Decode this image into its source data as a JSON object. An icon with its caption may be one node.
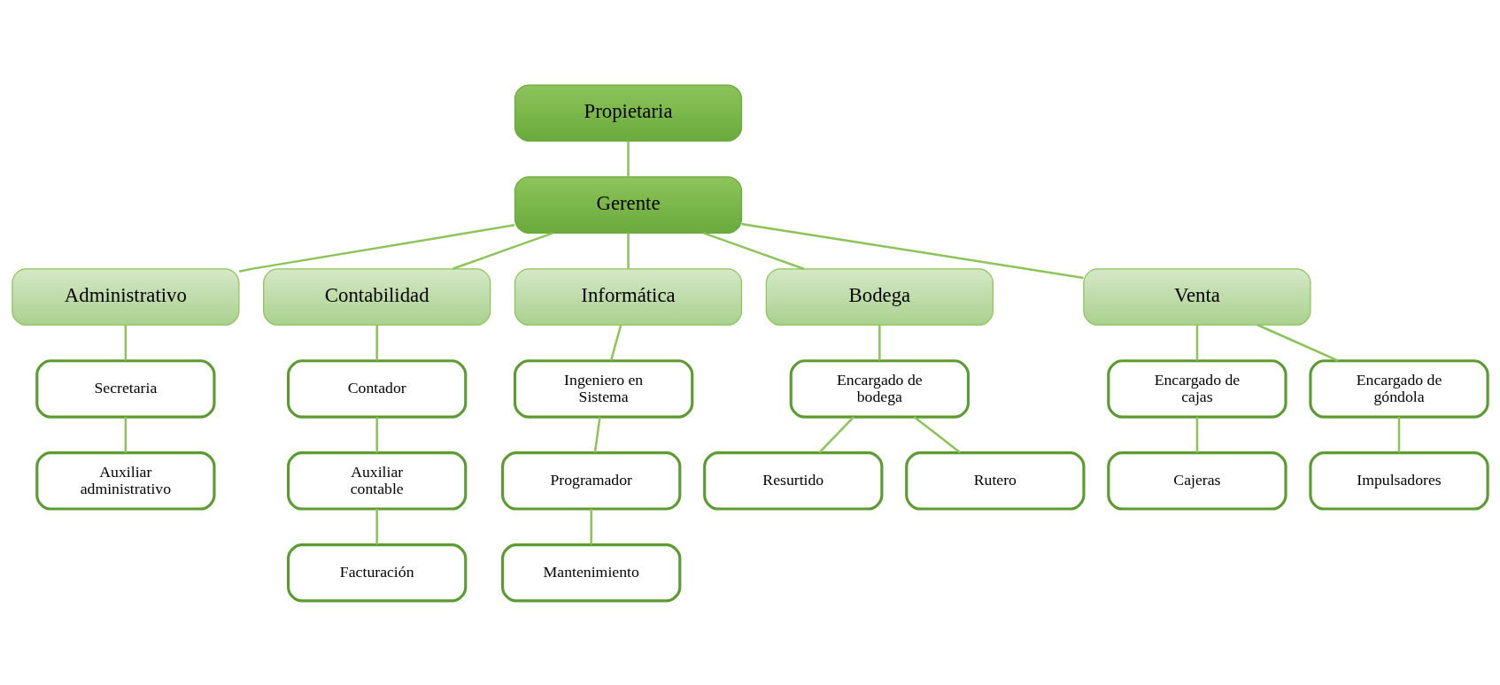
{
  "diagram": {
    "nodes": [
      {
        "text": [
          "Propietaria"
        ]
      },
      {
        "text": [
          "Gerente"
        ]
      },
      {
        "text": [
          "Administrativo"
        ]
      },
      {
        "text": [
          "Contabilidad"
        ]
      },
      {
        "text": [
          "Informática"
        ]
      },
      {
        "text": [
          "Bodega"
        ]
      },
      {
        "text": [
          "Venta"
        ]
      },
      {
        "text": [
          "Secretaria"
        ]
      },
      {
        "text": [
          "Auxiliar administrativo"
        ]
      },
      {
        "text": [
          "Contador"
        ]
      },
      {
        "text": [
          "Auxiliar contable"
        ]
      },
      {
        "text": [
          "Facturación"
        ]
      },
      {
        "text": [
          "Ingeniero en Sistema"
        ]
      },
      {
        "text": [
          "Programador"
        ]
      },
      {
        "text": [
          "Mantenimiento"
        ]
      },
      {
        "text": [
          "Encargado de bodega"
        ]
      },
      {
        "text": [
          "Resurtido"
        ]
      },
      {
        "text": [
          "Rutero"
        ]
      },
      {
        "text": [
          "Encargado de cajas"
        ]
      },
      {
        "text": [
          "Encargado de góndola"
        ]
      },
      {
        "text": [
          "Cajeras"
        ]
      },
      {
        "text": [
          "Impulsadores"
        ]
      }
    ],
    "edges": [
      {
        "from": 0,
        "to": 1,
        "arrow": "none"
      },
      {
        "from": 1,
        "to": 2,
        "arrow": "none"
      },
      {
        "from": 1,
        "to": 3,
        "arrow": "none"
      },
      {
        "from": 1,
        "to": 4,
        "arrow": "none"
      },
      {
        "from": 1,
        "to": 5,
        "arrow": "none"
      },
      {
        "from": 1,
        "to": 6,
        "arrow": "none"
      },
      {
        "from": 2,
        "to": 7,
        "arrow": "none"
      },
      {
        "from": 7,
        "to": 8,
        "arrow": "none"
      },
      {
        "from": 3,
        "to": 9,
        "arrow": "none"
      },
      {
        "from": 9,
        "to": 10,
        "arrow": "none"
      },
      {
        "from": 10,
        "to": 11,
        "arrow": "none"
      },
      {
        "from": 4,
        "to": 12,
        "arrow": "none"
      },
      {
        "from": 12,
        "to": 13,
        "arrow": "none"
      },
      {
        "from": 13,
        "to": 14,
        "arrow": "none"
      },
      {
        "from": 5,
        "to": 15,
        "arrow": "none"
      },
      {
        "from": 15,
        "to": 16,
        "arrow": "none"
      },
      {
        "from": 15,
        "to": 17,
        "arrow": "none"
      },
      {
        "from": 6,
        "to": 18,
        "arrow": "none"
      },
      {
        "from": 6,
        "to": 19,
        "arrow": "none"
      },
      {
        "from": 18,
        "to": 20,
        "arrow": "none"
      },
      {
        "from": 19,
        "to": 21,
        "arrow": "none"
      }
    ]
  }
}
